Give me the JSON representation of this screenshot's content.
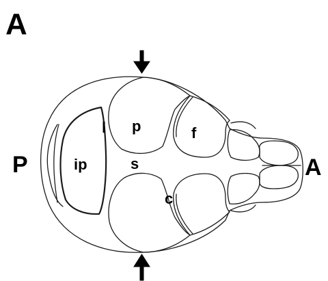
{
  "panel": {
    "label": "A"
  },
  "axis": {
    "posterior": "P",
    "anterior": "A"
  },
  "regions": {
    "interparietal": "ip",
    "lambdoid": "l",
    "parietal": "p",
    "sagittal": "s",
    "frontal": "f",
    "coronal": "c"
  },
  "colors": {
    "line": "#1a1a1a",
    "background": "#ffffff"
  },
  "icons": {
    "top_marker": "arrow-down-icon",
    "bottom_marker": "arrow-up-icon"
  }
}
